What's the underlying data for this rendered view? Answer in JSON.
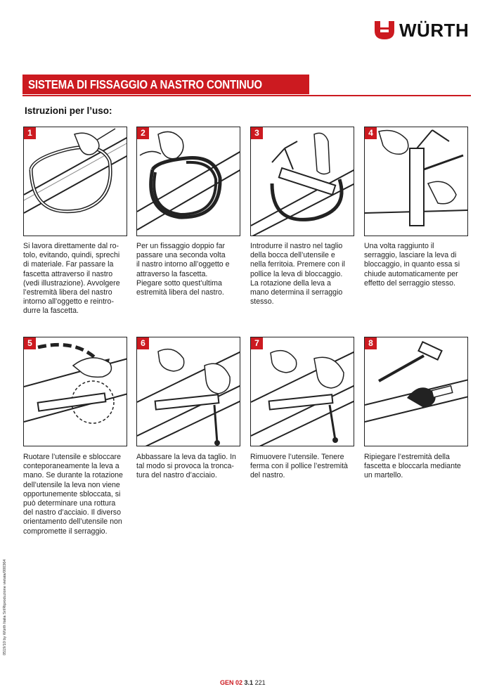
{
  "brand": {
    "name": "WÜRTH",
    "color": "#cc1a20",
    "logo_icon": "wurth-logo-icon"
  },
  "header": {
    "title": "SISTEMA DI FISSAGGIO A NASTRO CONTINUO",
    "subtitle": "Istruzioni per l’uso:"
  },
  "steps": [
    {
      "number": "1",
      "lines": [
        "Si lavora direttamente dal ro-",
        "tolo, evitando, quindi, sprechi",
        "di materiale. Far passare la",
        "fascetta attraverso il nastro",
        "(vedi illustrazione). Avvolgere",
        "l’estremità libera del nastro",
        "intorno all’oggetto e reintro-",
        "durre la fascetta."
      ]
    },
    {
      "number": "2",
      "lines": [
        "Per un fissaggio doppio far",
        "passare una seconda volta",
        "il nastro intorno all’oggetto e",
        "attraverso la fascetta.",
        "Piegare sotto quest’ultima",
        "estremità libera del nastro."
      ]
    },
    {
      "number": "3",
      "lines": [
        "Introdurre il nastro nel taglio",
        "della bocca dell’utensile e",
        "nella ferritoia. Premere con il",
        "pollice la leva di bloccaggio.",
        "La rotazione della leva a",
        "mano determina il serraggio",
        "stesso."
      ]
    },
    {
      "number": "4",
      "lines": [
        "Una volta raggiunto il",
        "serraggio, lasciare la leva di",
        "bloccaggio, in quanto essa si",
        "chiude automaticamente per",
        "effetto del serraggio stesso."
      ]
    },
    {
      "number": "5",
      "lines": [
        "Ruotare l’utensile e sbloccare",
        "conteporaneamente la leva a",
        "mano. Se durante la rotazione",
        "dell’utensile la leva non viene",
        "opportunemente sbloccata, si",
        "può determinare una rottura",
        "del nastro d’acciaio. Il diverso",
        "orientamento dell’utensile non",
        "compromette il serraggio."
      ]
    },
    {
      "number": "6",
      "lines": [
        "Abbassare la leva da taglio. In",
        "tal modo si provoca la tronca-",
        "tura del nastro d’acciaio."
      ]
    },
    {
      "number": "7",
      "lines": [
        "Rimuovere l’utensile. Tenere",
        "ferma con il pollice l’estremità",
        "del nastro."
      ]
    },
    {
      "number": "8",
      "lines": [
        "Ripiegare l’estremità della",
        "fascetta e bloccarla mediante",
        "un martello."
      ]
    }
  ],
  "side_code": "0519/10 by Würth Italia Srl/Riproduzione vietata/000364",
  "footer": {
    "catalog": "GEN 02",
    "section": "3.1",
    "page": "221"
  }
}
